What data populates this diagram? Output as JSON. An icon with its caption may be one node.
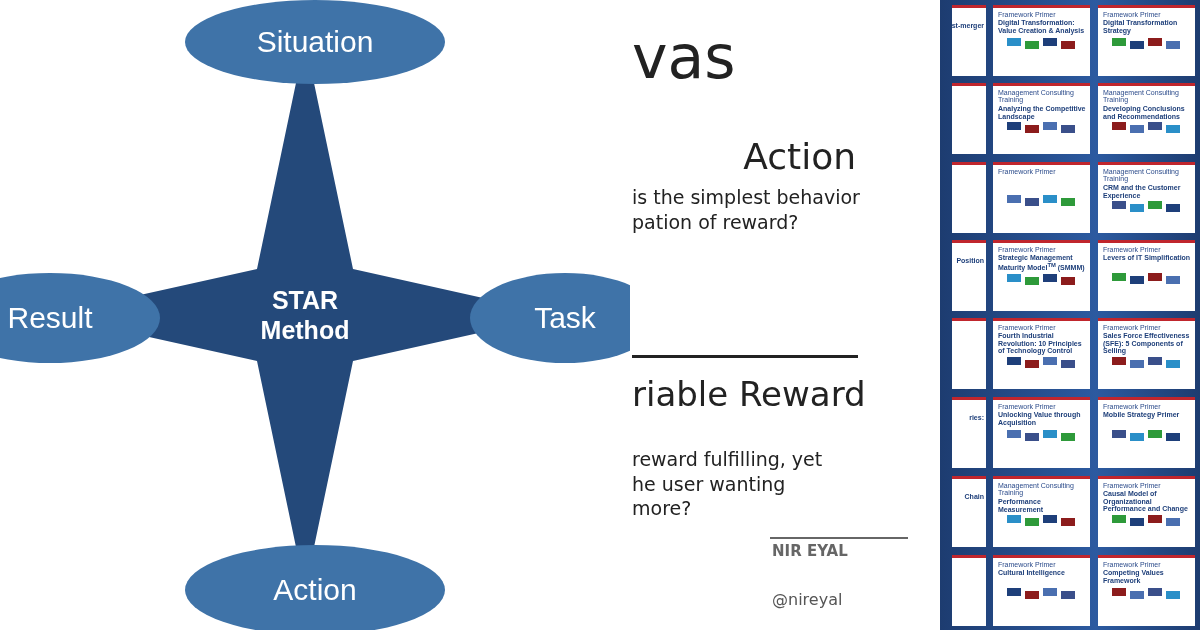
{
  "diagram": {
    "nodes": [
      {
        "text": [
          "STAR Method"
        ]
      },
      {
        "text": [
          "Situation"
        ]
      },
      {
        "text": [
          "Task"
        ]
      },
      {
        "text": [
          "Action"
        ]
      },
      {
        "text": [
          "Result"
        ]
      }
    ],
    "labels": [
      "vas",
      "Action",
      "is the simplest behavior pation of reward?",
      "riable Reward",
      "reward fulfilling, yet he user wanting more?",
      "NIR EYAL",
      "@nireyal",
      "st-merger",
      "Position",
      "ries:",
      "Chain",
      "Framework Primer",
      "Digital Transformation: Value Creation & Analysis",
      "Framework Primer",
      "Digital Transformation Strategy",
      "Management Consulting Training",
      "Analyzing the Competitive Landscape",
      "Management Consulting Training",
      "Developing Conclusions and Recommendations",
      "Framework Primer",
      "Management Consulting Training",
      "CRM and the Customer Experience",
      "Framework Primer",
      "Strategic Management Maturity Model$^{TM}$ (SMMM)",
      "Framework Primer",
      "Levers of IT Simplification",
      "Framework Primer",
      "Fourth Industrial Revolution: 10 Principles of Technology Control",
      "Framework Primer",
      "Sales Force Effectiveness (SFE): 5 Components of Selling",
      "Framework Primer",
      "Unlocking Value through Acquisition",
      "Framework Primer",
      "Mobile Strategy Primer",
      "Management Consulting Training",
      "Performance Measurement",
      "Framework Primer",
      "Causal Model of Organizational Performance and Change",
      "Framework Primer",
      "Cultural Intelligence",
      "Framework Primer",
      "Competing Values Framework"
    ]
  }
}
